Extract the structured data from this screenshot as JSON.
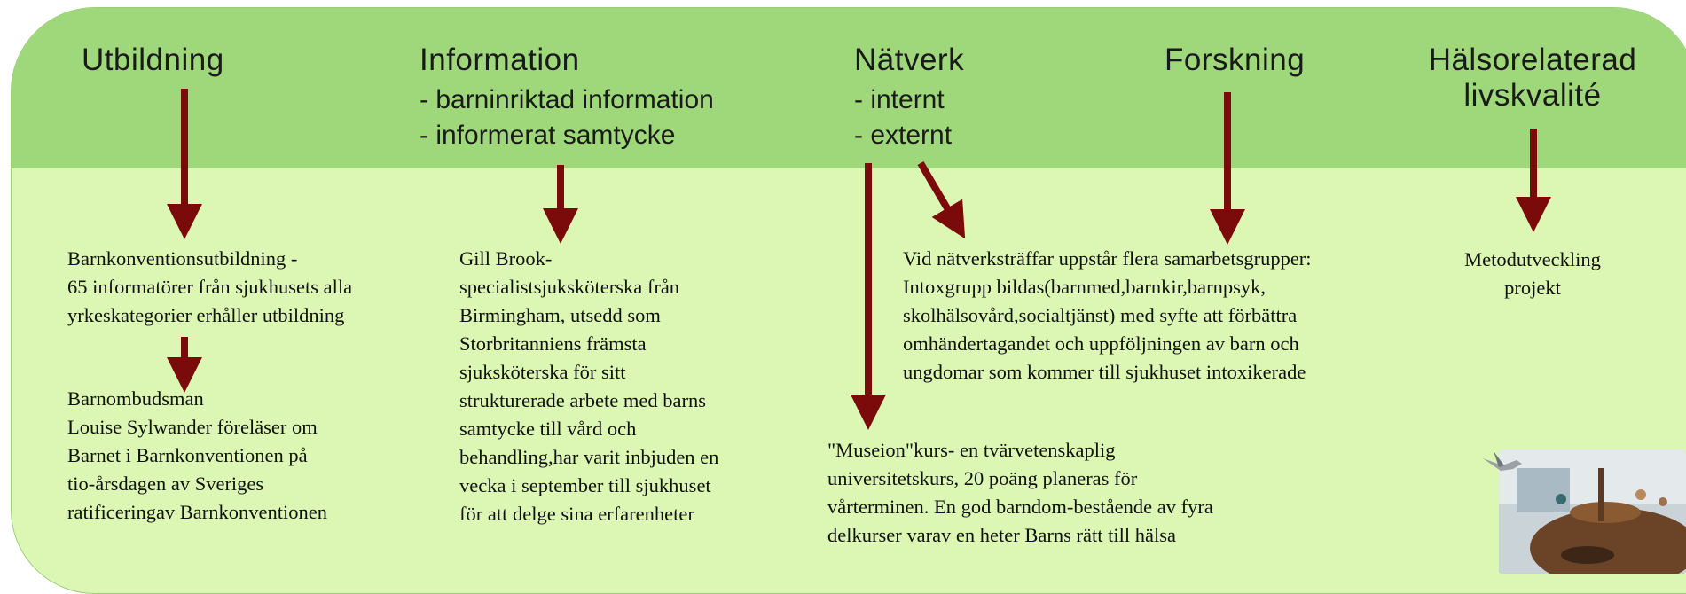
{
  "columns": {
    "utbildning": {
      "title": "Utbildning",
      "text1": [
        "Barnkonventionsutbildning -",
        "65 informatörer från sjukhusets alla",
        "yrkeskategorier erhåller utbildning"
      ],
      "text2": [
        "Barnombudsman",
        "Louise Sylwander föreläser om",
        "Barnet i Barnkonventionen på",
        "tio-årsdagen av Sveriges",
        "ratificeringav Barnkonventionen"
      ]
    },
    "information": {
      "title": "Information",
      "subs": [
        "- barninriktad information",
        "- informerat samtycke"
      ],
      "text": [
        "Gill Brook-",
        "specialistsjuksköterska från",
        "Birmingham, utsedd som",
        "Storbritanniens främsta",
        "sjuksköterska för sitt",
        "strukturerade arbete med barns",
        "samtycke till vård och",
        "behandling,har varit inbjuden en",
        "vecka i september till sjukhuset",
        "för att delge sina erfarenheter"
      ]
    },
    "natverk": {
      "title": "Nätverk",
      "subs": [
        "- internt",
        "- externt"
      ],
      "text1": [
        "Vid nätverksträffar uppstår flera samarbetsgrupper:",
        "Intoxgrupp bildas(barnmed,barnkir,barnpsyk,",
        "skolhälsovård,socialtjänst) med syfte att förbättra",
        "omhändertagandet och uppföljningen av barn och",
        "ungdomar som kommer till sjukhuset intoxikerade"
      ],
      "text2": [
        "\"Museion\"kurs- en tvärvetenskaplig",
        "universitetskurs, 20 poäng planeras för",
        "vårterminen. En god barndom-bestående av fyra",
        "delkurser varav en heter Barns rätt till hälsa"
      ]
    },
    "forskning": {
      "title": "Forskning"
    },
    "halsa": {
      "title": [
        "Hälsorelaterad",
        "livskvalité"
      ],
      "text": [
        "Metodutveckling",
        "projekt"
      ]
    }
  },
  "colors": {
    "band": "#9fd87b",
    "panel": "#dcf7b4",
    "arrow": "#7b0a0a"
  }
}
